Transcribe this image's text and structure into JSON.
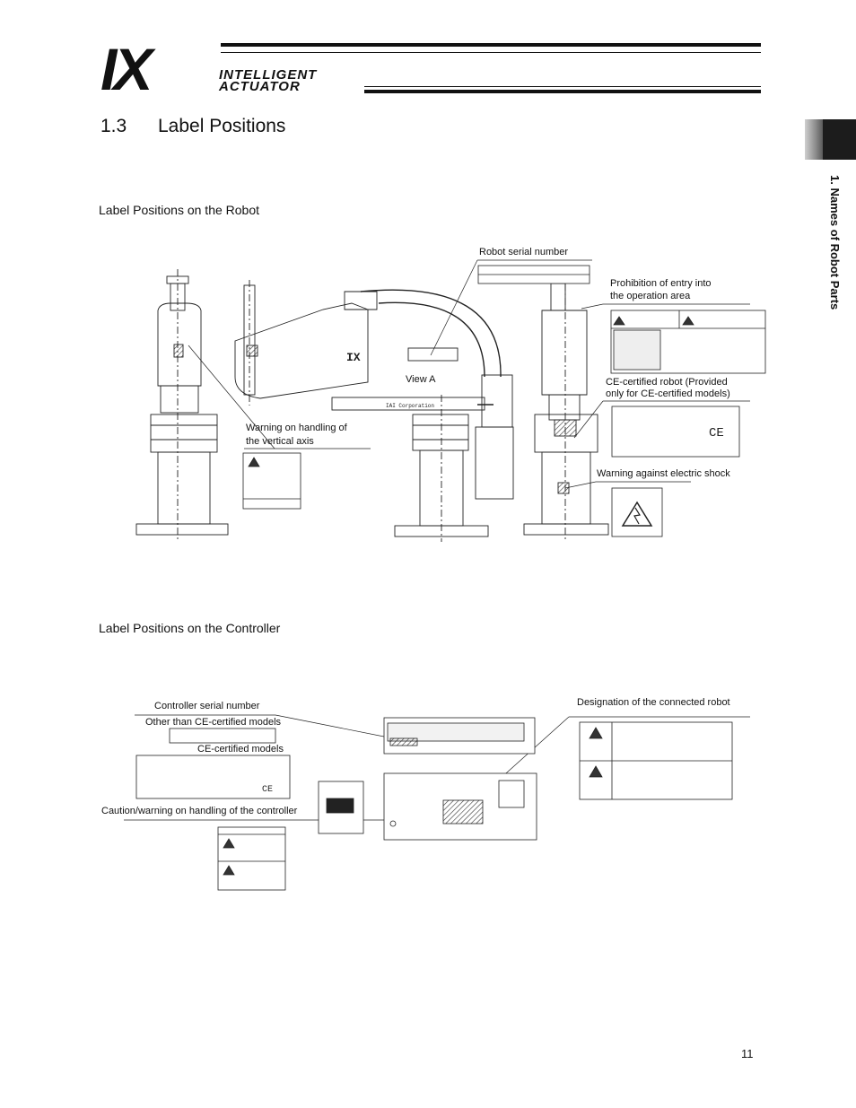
{
  "header": {
    "logo_mark": "IX",
    "logo_line1": "INTELLIGENT",
    "logo_line2": "ACTUATOR"
  },
  "side_tab": {
    "label": "1. Names of Robot Parts"
  },
  "section": {
    "number": "1.3",
    "title": "Label Positions"
  },
  "robot": {
    "heading": "Label Positions on the Robot",
    "callouts": {
      "serial": "Robot serial number",
      "prohibition": [
        "Prohibition of entry into",
        "the operation area"
      ],
      "view_a": "View A",
      "ce_robot": [
        "CE-certified robot (Provided",
        "only for CE-certified models)"
      ],
      "vertical_axis": [
        "Warning on handling of",
        "the vertical axis"
      ],
      "electric_shock": "Warning against electric shock"
    }
  },
  "controller": {
    "heading": "Label Positions on the Controller",
    "callouts": {
      "serial": "Controller serial number",
      "other_models": "Other than CE-certified models",
      "ce_models": "CE-certified models",
      "caution": "Caution/warning on handling of the controller",
      "designation": "Designation of the connected robot"
    }
  },
  "page_number": "11"
}
